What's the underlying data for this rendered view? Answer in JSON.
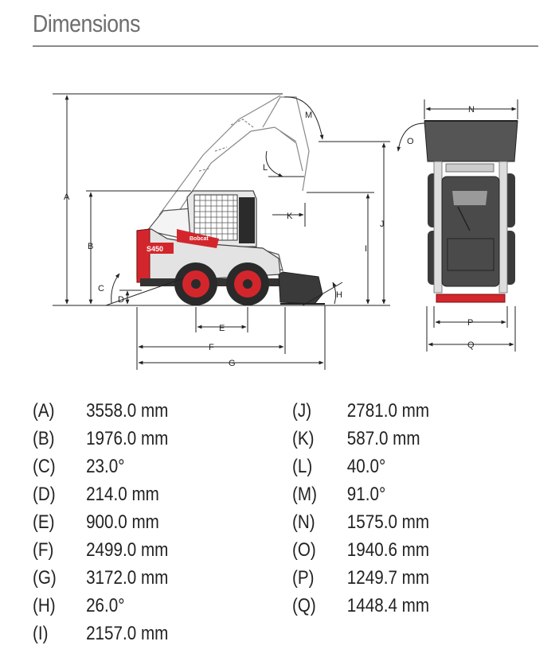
{
  "title": "Dimensions",
  "diagram_labels": {
    "A": "A",
    "B": "B",
    "C": "C",
    "D": "D",
    "E": "E",
    "F": "F",
    "G": "G",
    "H": "H",
    "I": "I",
    "J": "J",
    "K": "K",
    "L": "L",
    "M": "M",
    "N": "N",
    "O": "O",
    "P": "P",
    "Q": "Q"
  },
  "machine": {
    "brand": "Bobcat",
    "model": "S450"
  },
  "specs_left": [
    {
      "label": "(A)",
      "value": "3558.0 mm"
    },
    {
      "label": "(B)",
      "value": "1976.0 mm"
    },
    {
      "label": "(C)",
      "value": "23.0°"
    },
    {
      "label": "(D)",
      "value": "214.0 mm"
    },
    {
      "label": "(E)",
      "value": "900.0 mm"
    },
    {
      "label": "(F)",
      "value": "2499.0 mm"
    },
    {
      "label": "(G)",
      "value": "3172.0 mm"
    },
    {
      "label": "(H)",
      "value": "26.0°"
    },
    {
      "label": "(I)",
      "value": "2157.0 mm"
    }
  ],
  "specs_right": [
    {
      "label": "(J)",
      "value": "2781.0 mm"
    },
    {
      "label": "(K)",
      "value": "587.0 mm"
    },
    {
      "label": "(L)",
      "value": "40.0°"
    },
    {
      "label": "(M)",
      "value": "91.0°"
    },
    {
      "label": "(N)",
      "value": "1575.0 mm"
    },
    {
      "label": "(O)",
      "value": "1940.6 mm"
    },
    {
      "label": "(P)",
      "value": "1249.7 mm"
    },
    {
      "label": "(Q)",
      "value": "1448.4 mm"
    }
  ]
}
